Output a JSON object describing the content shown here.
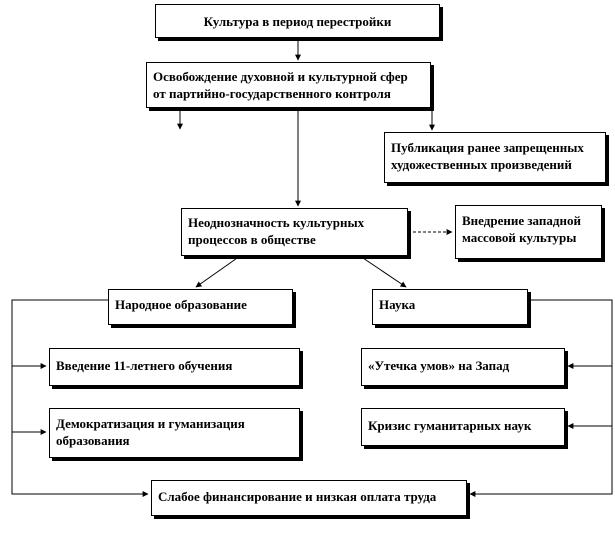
{
  "diagram": {
    "title": "Культура в период перестройки",
    "liberation": {
      "line1": "Освобождение духовной и культурной сфер",
      "line2": "от партийно-государственного  контроля"
    },
    "publication": {
      "line1": "Публикация ранее запрещенных",
      "line2": "художественных произведений"
    },
    "ambiguity": {
      "line1": "Неоднозначность культурных",
      "line2": "процессов в обществе"
    },
    "western": {
      "line1": "Внедрение западной",
      "line2": "массовой культуры"
    },
    "education": "Народное образование",
    "science": "Наука",
    "eleven_year": "Введение 11-летнего обучения",
    "democratization": {
      "line1": "Демократизация и гуманизация",
      "line2": "образования"
    },
    "brain_drain": "«Утечка умов» на Запад",
    "crisis": "Кризис гуманитарных наук",
    "funding": "Слабое финансирование  и низкая оплата труда"
  }
}
